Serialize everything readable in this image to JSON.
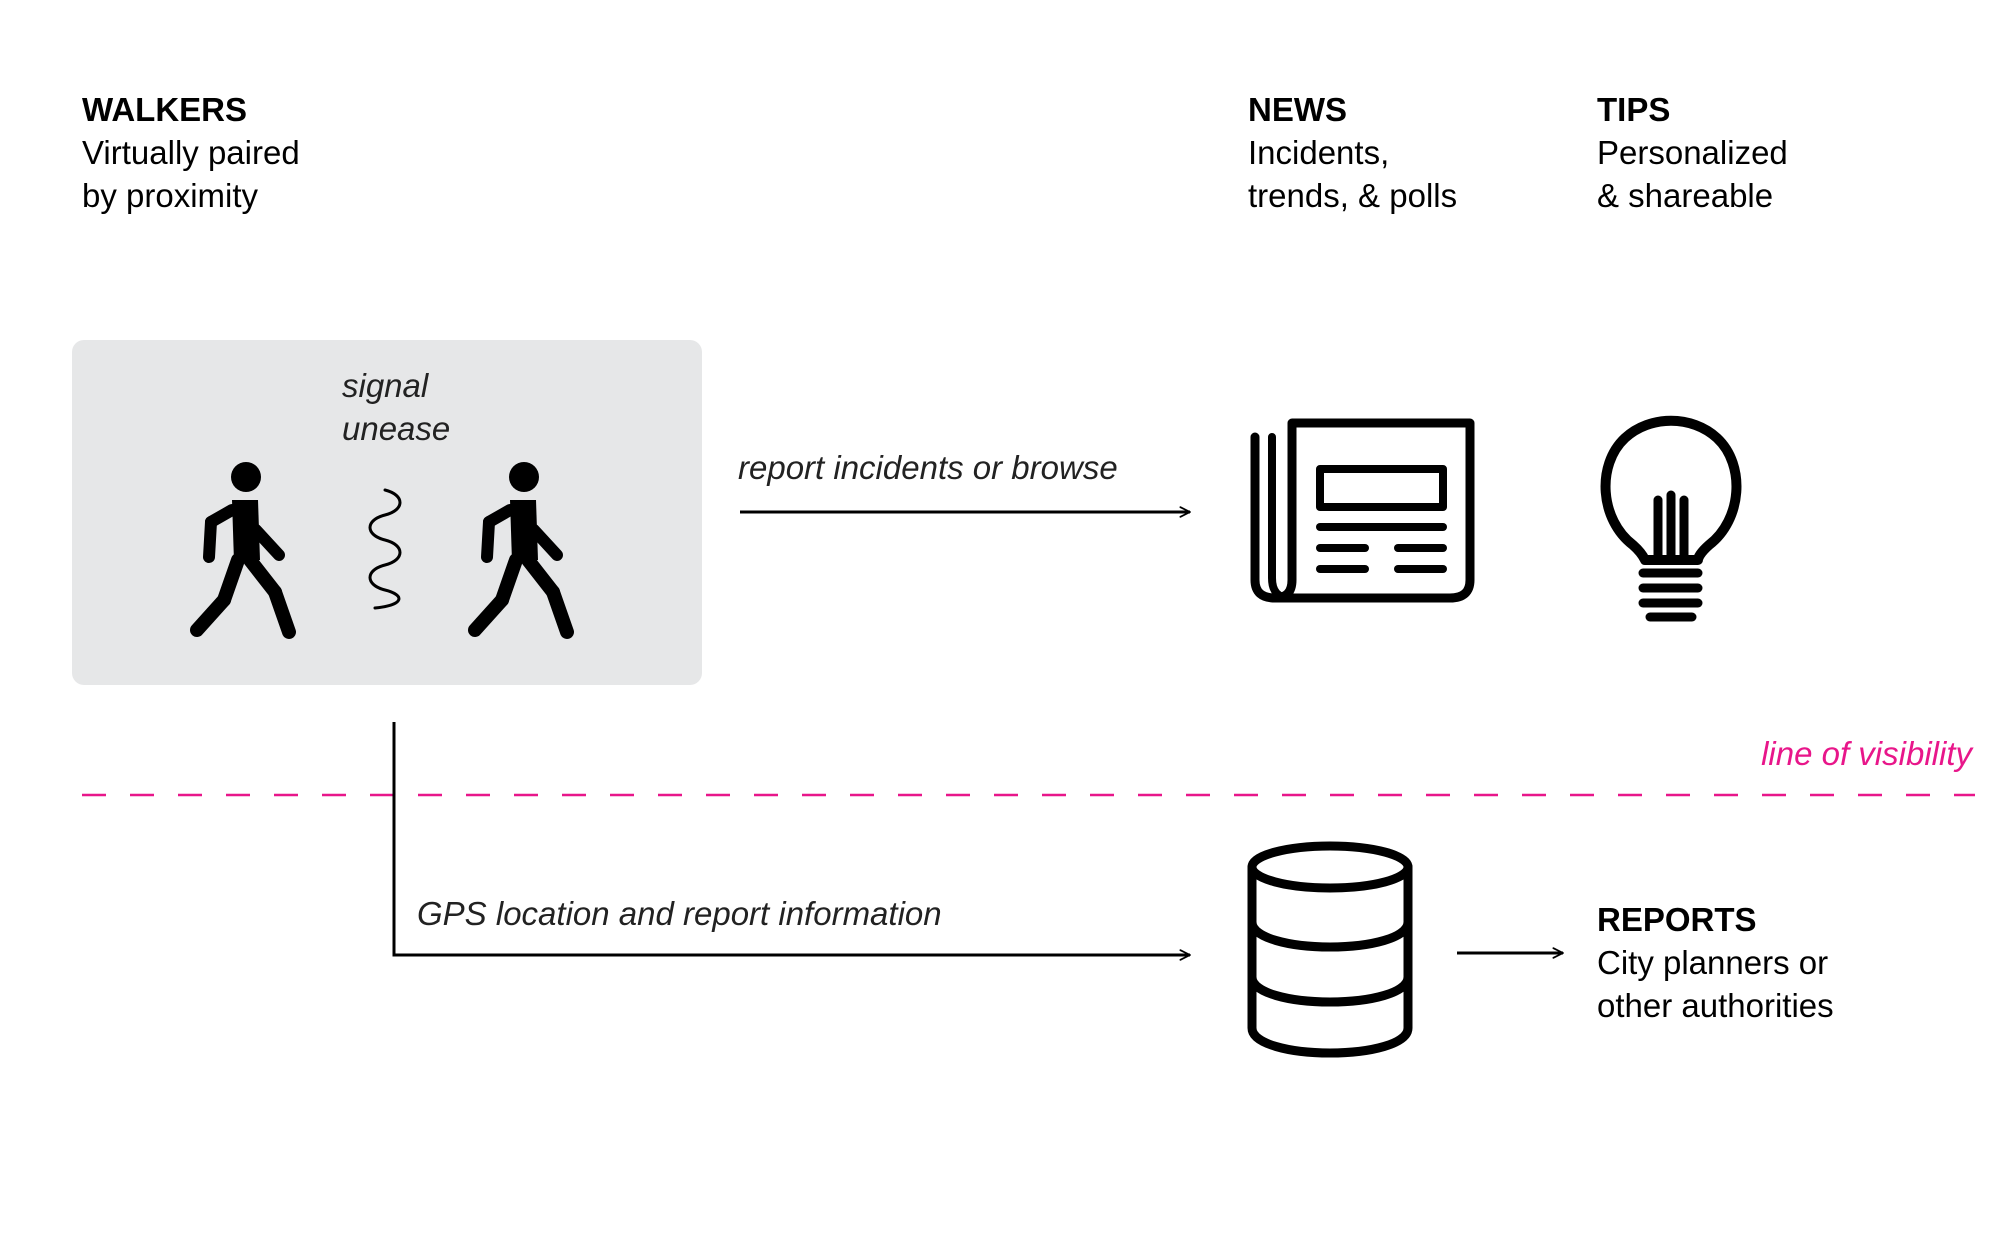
{
  "walkers": {
    "title": "WALKERS",
    "line1": "Virtually paired",
    "line2": "by proximity"
  },
  "news": {
    "title": "NEWS",
    "line1": "Incidents,",
    "line2": "trends, & polls"
  },
  "tips": {
    "title": "TIPS",
    "line1": "Personalized",
    "line2": "& shareable"
  },
  "reports": {
    "title": "REPORTS",
    "line1": "City planners or",
    "line2": "other authorities"
  },
  "signal": {
    "line1": "signal",
    "line2": "unease"
  },
  "arrows": {
    "report_browse": "report incidents or browse",
    "gps": "GPS location and report information"
  },
  "visibility_line": {
    "label": "line of visibility",
    "color": "#e8168a"
  },
  "icons": {
    "walker_left": "walking-person-icon",
    "walker_right": "walking-person-icon",
    "signal": "wave-signal-icon",
    "news": "newspaper-icon",
    "tips": "lightbulb-icon",
    "database": "database-icon"
  },
  "colors": {
    "box_background": "#e6e7e8",
    "ink": "#000000"
  }
}
